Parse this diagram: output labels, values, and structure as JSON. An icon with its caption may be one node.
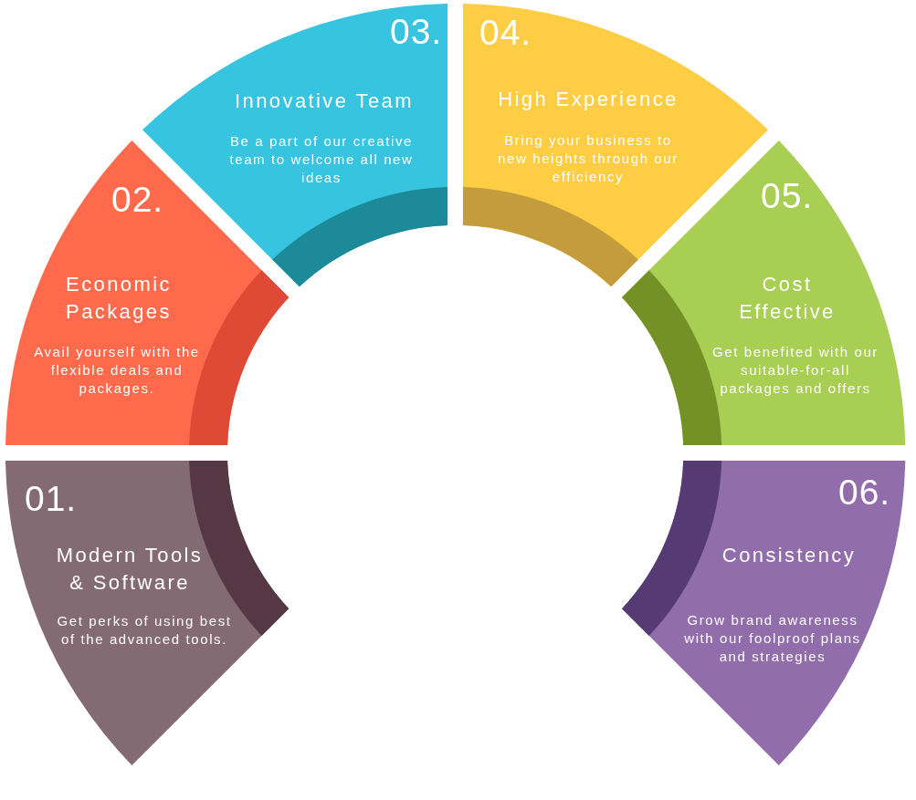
{
  "diagram": {
    "nodes": [
      {
        "text": [
          "01.",
          "Modern Tools & Software",
          "Get perks of using best of the advanced tools."
        ]
      },
      {
        "text": [
          "02.",
          "Economic Packages",
          "Avail yourself with the flexible deals and packages."
        ]
      },
      {
        "text": [
          "03.",
          "Innovative Team",
          "Be a part of our creative team to welcome all new ideas"
        ]
      },
      {
        "text": [
          "04.",
          "High Experience",
          "Bring your business to new heights through our efficiency"
        ]
      },
      {
        "text": [
          "05.",
          "Cost Effective",
          "Get benefited with our suitable-for-all packages and offers"
        ]
      },
      {
        "text": [
          "06.",
          "Consistency",
          "Grow brand awareness with our foolproof plans and strategies"
        ]
      }
    ]
  }
}
